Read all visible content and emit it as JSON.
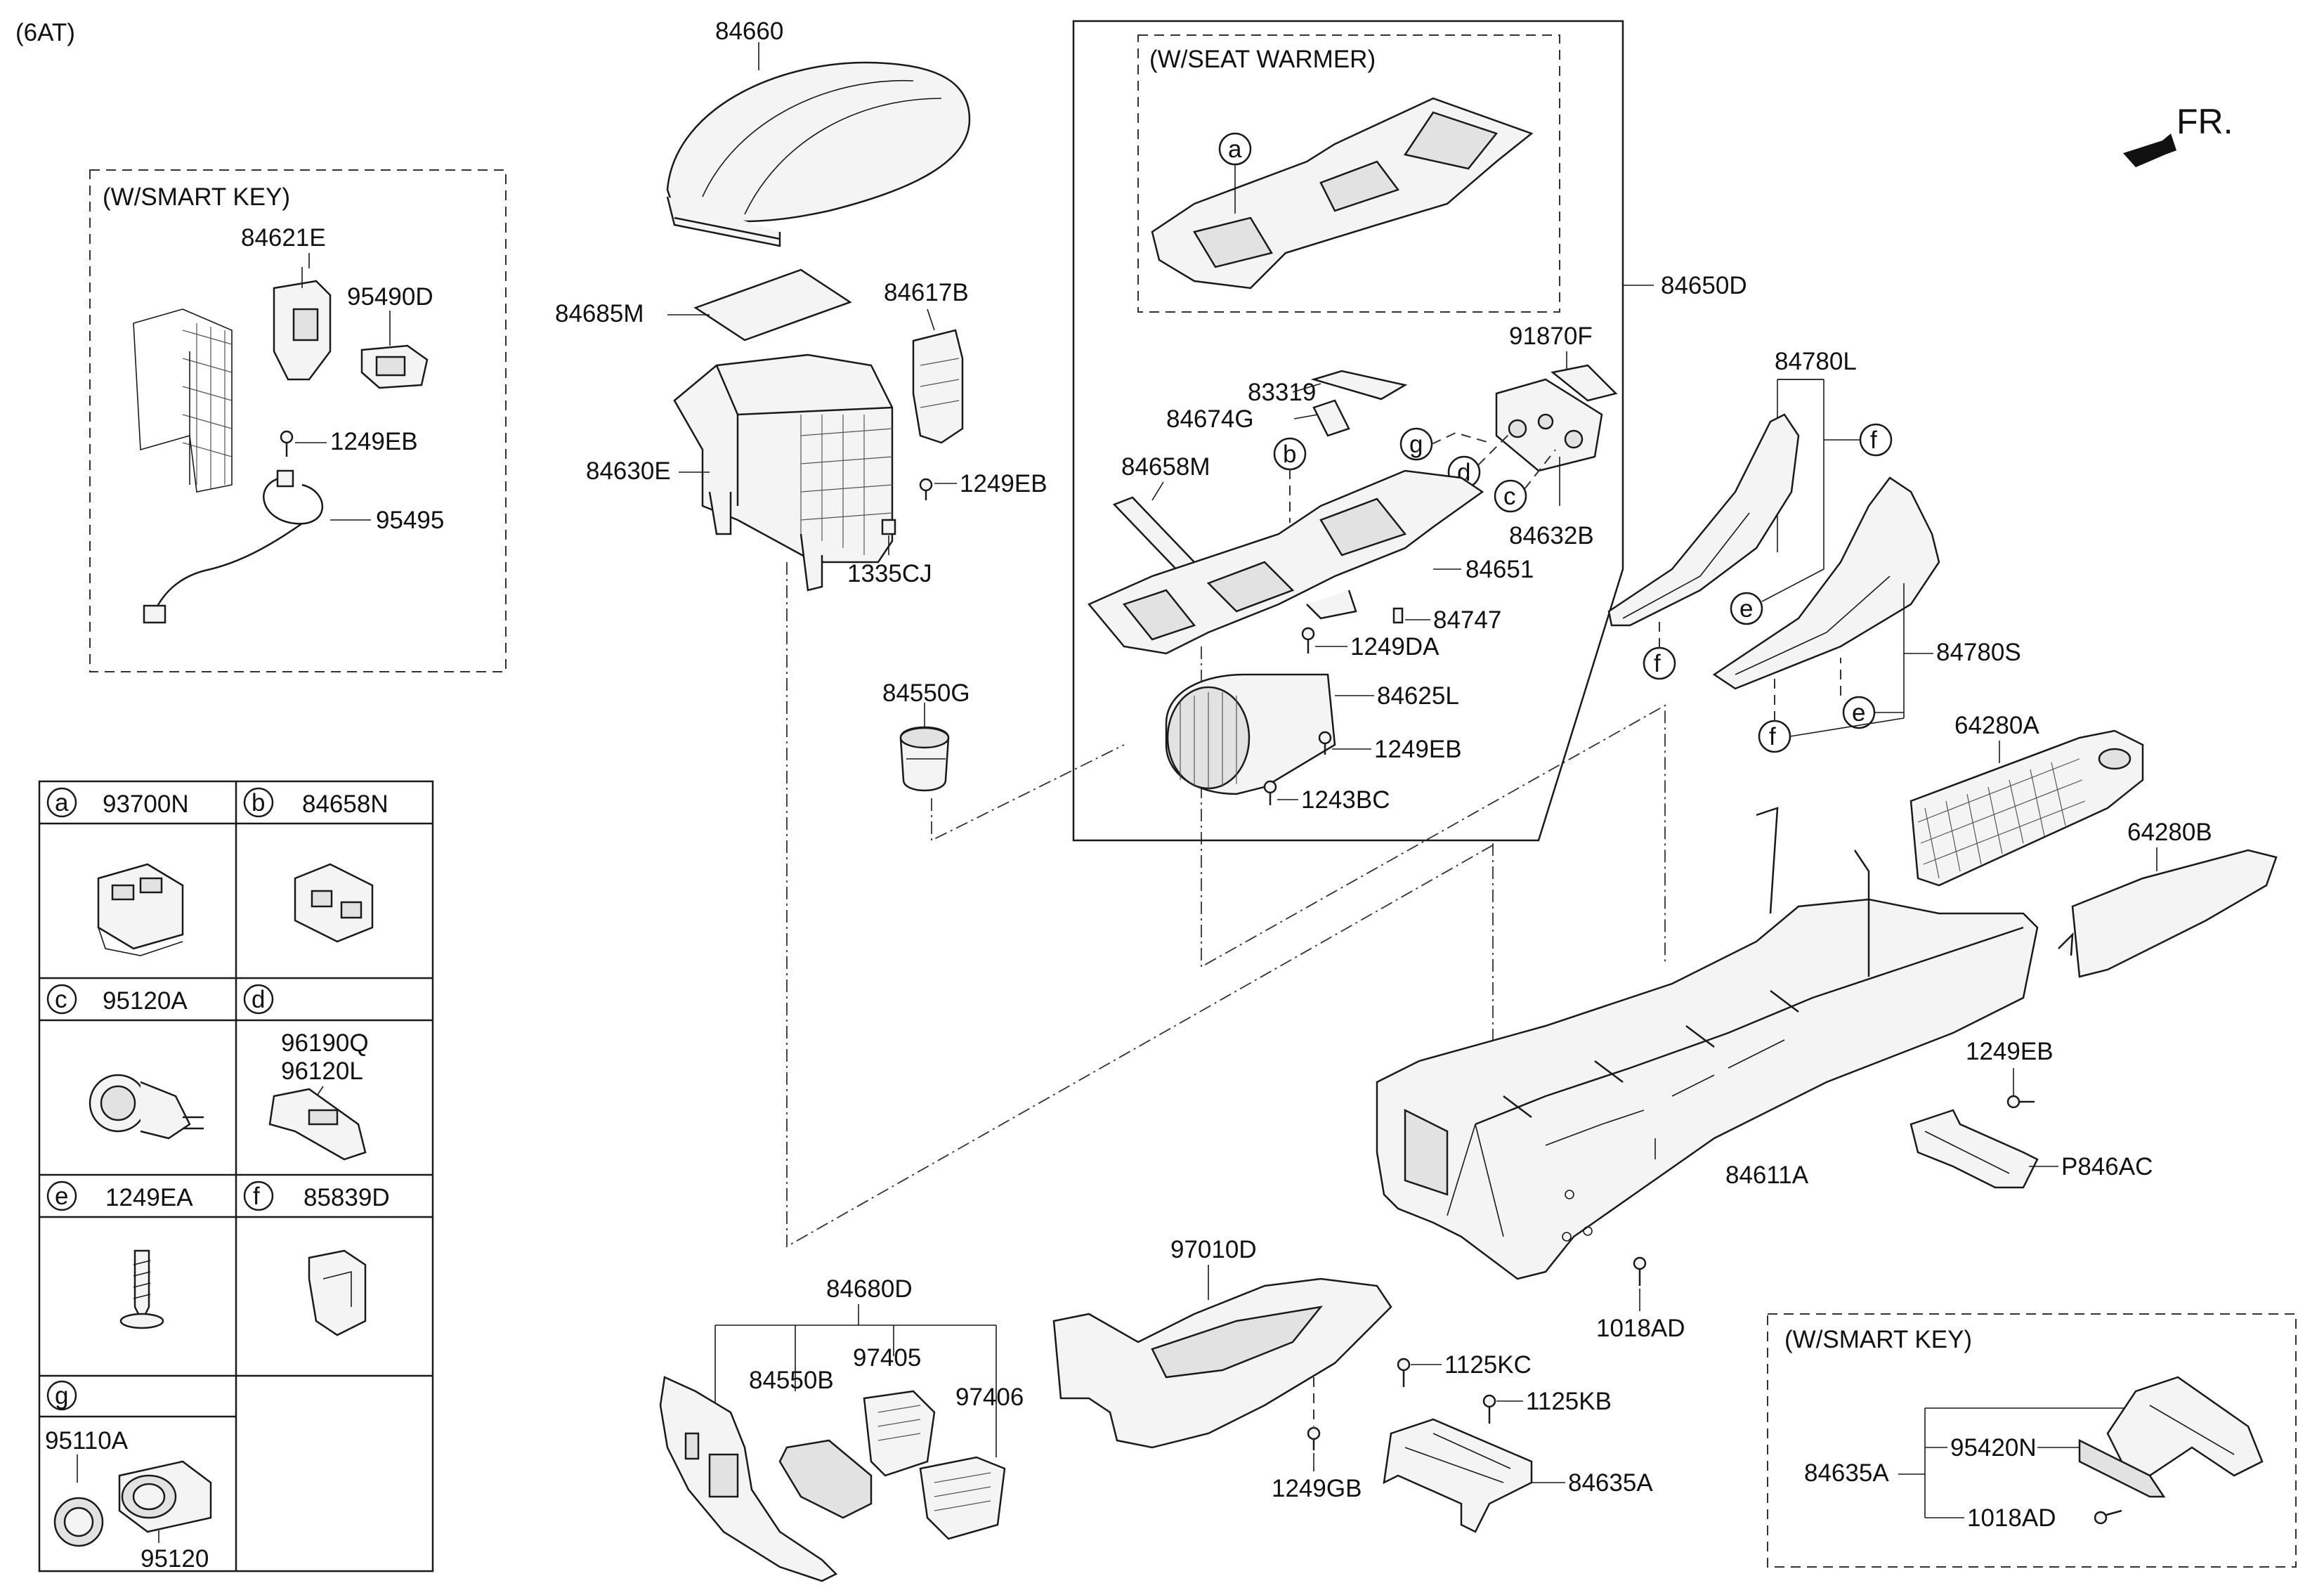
{
  "header": {
    "transmission": "(6AT)",
    "front_label": "FR."
  },
  "groups": {
    "smart_key_left": "(W/SMART KEY)",
    "seat_warmer": "(W/SEAT WARMER)",
    "smart_key_right": "(W/SMART KEY)"
  },
  "parts": {
    "p84660": "84660",
    "p84685M": "84685M",
    "p84617B": "84617B",
    "p84630E": "84630E",
    "p1249EB_a": "1249EB",
    "p1335CJ": "1335CJ",
    "p84550G": "84550G",
    "p84621E": "84621E",
    "p95490D": "95490D",
    "p1249EB_b": "1249EB",
    "p95495": "95495",
    "p84650D": "84650D",
    "p83319": "83319",
    "p84674G": "84674G",
    "p91870F": "91870F",
    "p84658M": "84658M",
    "p84632B": "84632B",
    "p84651": "84651",
    "p84747": "84747",
    "p1249DA": "1249DA",
    "p84625L": "84625L",
    "p1249EB_c": "1249EB",
    "p1243BC": "1243BC",
    "p84780L": "84780L",
    "p84780S": "84780S",
    "p64280A": "64280A",
    "p64280B": "64280B",
    "p1249EB_d": "1249EB",
    "pP846AC": "P846AC",
    "p84611A": "84611A",
    "p1018AD_a": "1018AD",
    "p84680D": "84680D",
    "p84550B": "84550B",
    "p97405": "97405",
    "p97406": "97406",
    "p97010D": "97010D",
    "p1125KC": "1125KC",
    "p1125KB": "1125KB",
    "p1249GB": "1249GB",
    "p84635A_a": "84635A",
    "p84635A_b": "84635A",
    "p95420N": "95420N",
    "p1018AD_b": "1018AD"
  },
  "callouts": {
    "a": "a",
    "b": "b",
    "c": "c",
    "d": "d",
    "e": "e",
    "f": "f",
    "g": "g"
  },
  "legend": [
    {
      "key": "a",
      "part": "93700N"
    },
    {
      "key": "b",
      "part": "84658N"
    },
    {
      "key": "c",
      "part": "95120A"
    },
    {
      "key": "d",
      "part": "",
      "extra1": "96190Q",
      "extra2": "96120L"
    },
    {
      "key": "e",
      "part": "1249EA"
    },
    {
      "key": "f",
      "part": "85839D"
    },
    {
      "key": "g",
      "part": "",
      "extra1": "95110A",
      "extra2": "95120"
    }
  ]
}
